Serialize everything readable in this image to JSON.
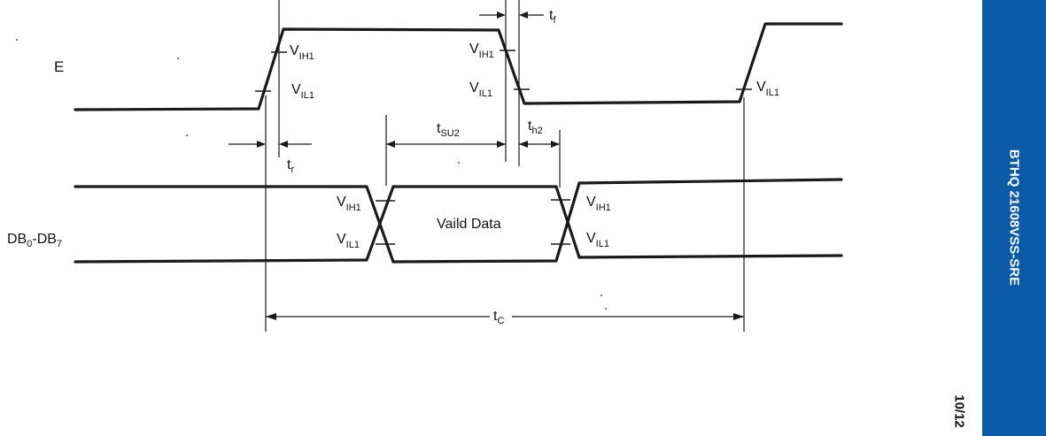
{
  "signals": {
    "e": "E",
    "db": {
      "base": "DB",
      "sub_start": "0",
      "dash": "-DB",
      "sub_end": "7"
    }
  },
  "levels": {
    "v": "V",
    "ih1": "IH1",
    "il1": "IL1"
  },
  "timing": {
    "t": "t",
    "r": "r",
    "f": "f",
    "su2": "SU2",
    "h2": "h2",
    "c": "C"
  },
  "valid_data": "Vaild Data",
  "sidebar": {
    "doc_code": "BTHQ 21608VSS-SRE",
    "page": "10/12",
    "color": "#0b5aa8"
  }
}
